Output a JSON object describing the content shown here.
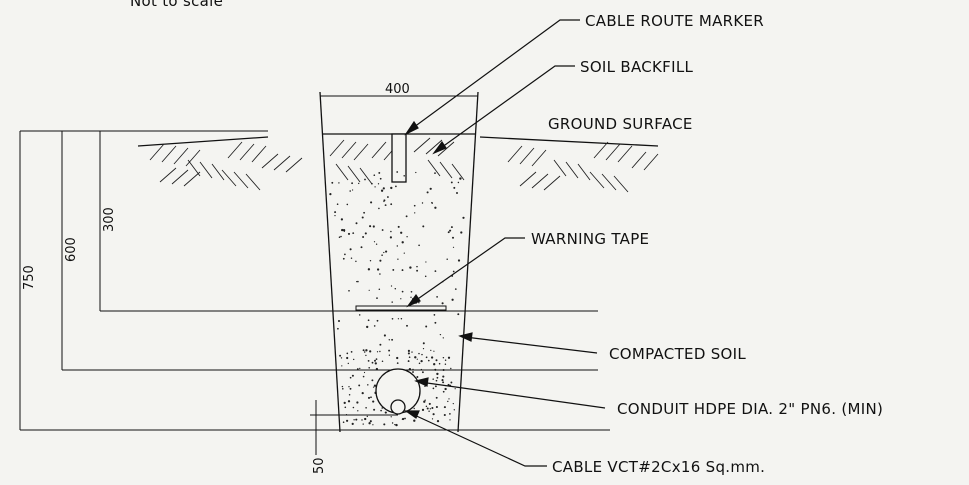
{
  "header_note": "Not to scale",
  "labels": {
    "cable_route_marker": "CABLE ROUTE MARKER",
    "soil_backfill": "SOIL BACKFILL",
    "ground_surface": "GROUND SURFACE",
    "warning_tape": "WARNING TAPE",
    "compacted_soil": "COMPACTED SOIL",
    "conduit": "CONDUIT HDPE DIA. 2\" PN6. (MIN)",
    "cable": "CABLE VCT#2Cx16 Sq.mm."
  },
  "dimensions": {
    "trench_width": "400",
    "depth_750": "750",
    "depth_600": "600",
    "depth_300": "300",
    "bottom_50": "50"
  }
}
